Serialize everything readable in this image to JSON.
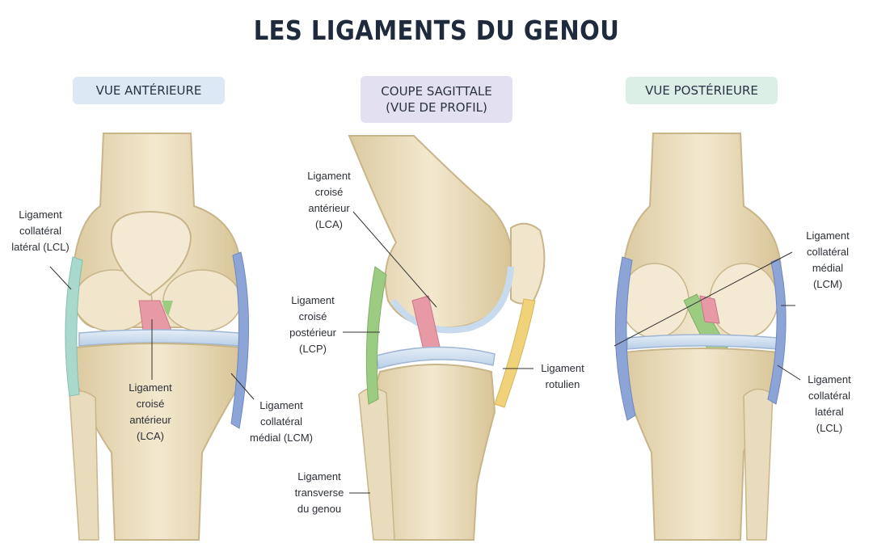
{
  "title": "LES LIGAMENTS DU GENOU",
  "panels": [
    {
      "heading": "VUE ANTÉRIEURE"
    },
    {
      "heading": "COUPE SAGITTALE\n(VUE DE PROFIL)"
    },
    {
      "heading": "VUE POSTÉRIEURE"
    }
  ],
  "labels": {
    "anterior_lcl": "Ligament\ncollatéral\nlatéral (LCL)",
    "anterior_lca": "Ligament\ncroisé\nantérieur\n(LCA)",
    "anterior_lcm": "Ligament\ncollatéral\nmédial (LCM)",
    "sagittal_lca": "Ligament\ncroisé\nantérieur\n(LCA)",
    "sagittal_lcp": "Ligament\ncroisé\npostérieur\n(LCP)",
    "sagittal_transverse": "Ligament\ntransverse\ndu genou",
    "sagittal_rotulien": "Ligament\nrotulien",
    "posterior_lcm": "Ligament\ncollatéral\nmédial\n(LCM)",
    "posterior_lcl": "Ligament\ncollatéral\nlatéral\n(LCL)"
  },
  "colors": {
    "bone": "#eadcbc",
    "bone_outline": "#c9b58a",
    "meniscus": "#cfe0f0",
    "lca": "#e79aa6",
    "lcp_green": "#9ccb82",
    "lcm_blue": "#8da4d6",
    "lcl_teal": "#a9d8cc",
    "rotulien_yellow": "#f0d27a"
  }
}
